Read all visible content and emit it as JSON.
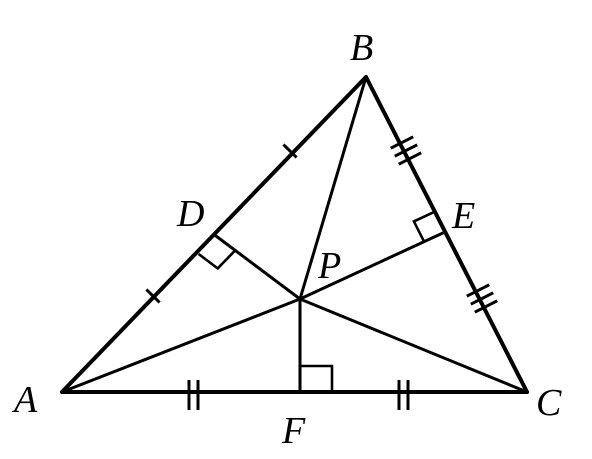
{
  "diagram": {
    "points": {
      "A": {
        "label": "A"
      },
      "B": {
        "label": "B"
      },
      "C": {
        "label": "C"
      },
      "D": {
        "label": "D"
      },
      "E": {
        "label": "E"
      },
      "F": {
        "label": "F"
      },
      "P": {
        "label": "P"
      }
    },
    "triangle": [
      "A",
      "B",
      "C"
    ],
    "segments_from_P": [
      "A",
      "B",
      "C",
      "D",
      "E",
      "F"
    ],
    "right_angles_at": [
      "D",
      "E",
      "F"
    ],
    "tick_marks": {
      "AB": 1,
      "AC": 2,
      "BC": 3
    },
    "stroke_color": "#000000"
  }
}
